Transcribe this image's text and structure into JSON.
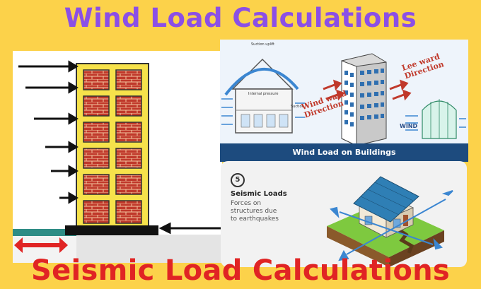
{
  "title_top": "Wind Load Calculations",
  "title_bottom": "Seismic Load Calculations",
  "wind_panel": {
    "banner": "Wind Load on Buildings",
    "labels": {
      "suction_uplift": "Suction uplift",
      "internal_pressure": "Internal pressure",
      "suction": "Suction",
      "leeward": "Lee ward\nDirection",
      "windward": "Wind ward\nDirection",
      "wind": "WIND"
    }
  },
  "seismic_panel": {
    "number": "5",
    "title": "Seismic Loads",
    "description": "Forces on structures due to earthquakes"
  },
  "colors": {
    "background": "#fcd24a",
    "title_top": "#8b4fe6",
    "title_bottom": "#e02424",
    "banner": "#1d4b7e"
  }
}
